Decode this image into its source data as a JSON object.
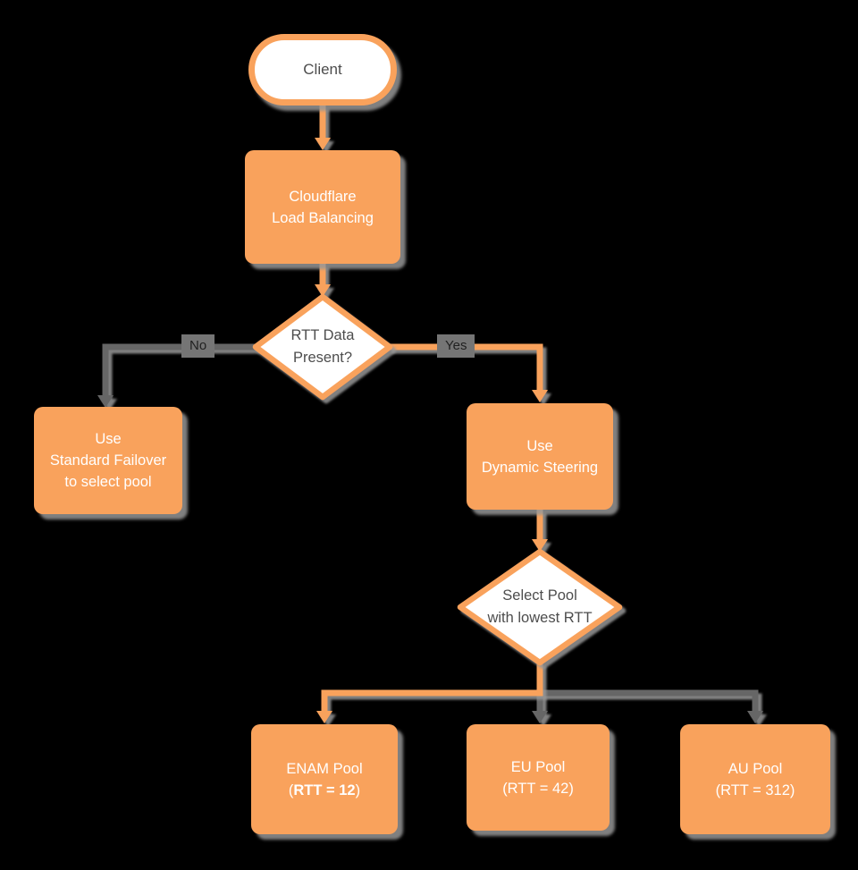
{
  "title": "Cloudflare Load Balancing flowchart",
  "colors": {
    "background": "#000000",
    "orange": "#F9A25C",
    "gray_edge": "#666666",
    "label_bg": "#757575",
    "label_text": "#212121",
    "node_text_dark": "#4D4D4D",
    "white": "#FFFFFF"
  },
  "nodes": {
    "client": {
      "label": "Client"
    },
    "load_balancer": {
      "line1": "Cloudflare",
      "line2": "Load Balancing"
    },
    "rtt_decision": {
      "line1": "RTT Data",
      "line2": "Present?"
    },
    "standard_failover": {
      "line1": "Use",
      "line2": "Standard Failover",
      "line3": "to select pool"
    },
    "dynamic_steering": {
      "line1": "Use",
      "line2": "Dynamic Steering"
    },
    "pool_decision": {
      "line1": "Select Pool",
      "line2": "with lowest RTT"
    },
    "enam_pool": {
      "line1": "ENAM Pool",
      "line2_open": "(",
      "line2_bold": "RTT = 12",
      "line2_close": ")"
    },
    "eu_pool": {
      "line1": "EU Pool",
      "line2": "(RTT = 42)"
    },
    "au_pool": {
      "line1": "AU Pool",
      "line2": "(RTT = 312)"
    }
  },
  "edge_labels": {
    "no": "No",
    "yes": "Yes"
  }
}
